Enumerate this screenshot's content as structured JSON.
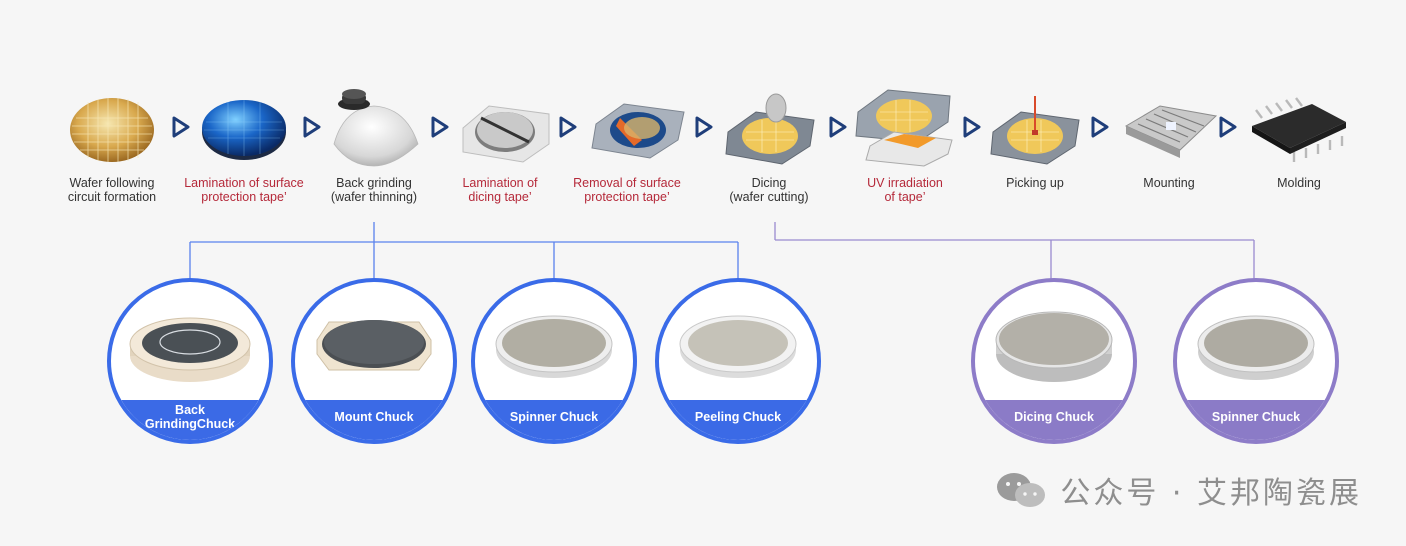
{
  "process_steps": [
    {
      "label": "Wafer following\ncircuit formation",
      "highlight": false,
      "icon": "patterned-wafer-icon"
    },
    {
      "label": "Lamination of surface\nprotection tape’",
      "highlight": true,
      "icon": "taped-wafer-icon"
    },
    {
      "label": "Back grinding\n(wafer thinning)",
      "highlight": false,
      "icon": "grinding-wheel-icon"
    },
    {
      "label": "Lamination of\ndicing tape’",
      "highlight": true,
      "icon": "dicing-tape-frame-icon"
    },
    {
      "label": "Removal of surface\nprotection tape’",
      "highlight": true,
      "icon": "tape-removal-icon"
    },
    {
      "label": "Dicing\n(wafer cutting)",
      "highlight": false,
      "icon": "dicing-blade-icon"
    },
    {
      "label": "UV irradiation\nof tape’",
      "highlight": true,
      "icon": "uv-irradiation-icon"
    },
    {
      "label": "Picking up",
      "highlight": false,
      "icon": "pick-up-icon"
    },
    {
      "label": "Mounting",
      "highlight": false,
      "icon": "lead-frame-icon"
    },
    {
      "label": "Molding",
      "highlight": false,
      "icon": "molded-chip-icon"
    }
  ],
  "chucks": [
    {
      "name": "Back GrindingChuck",
      "group": "back-grinding",
      "theme": "blue"
    },
    {
      "name": "Mount Chuck",
      "group": "back-grinding",
      "theme": "blue"
    },
    {
      "name": "Spinner Chuck",
      "group": "back-grinding",
      "theme": "blue"
    },
    {
      "name": "Peeling Chuck",
      "group": "back-grinding",
      "theme": "blue"
    },
    {
      "name": "Dicing Chuck",
      "group": "dicing",
      "theme": "purple"
    },
    {
      "name": "Spinner Chuck",
      "group": "dicing",
      "theme": "purple"
    }
  ],
  "colors": {
    "blue": "#3b6ae6",
    "purple": "#8b7bc7",
    "highlight_text": "#b5293a",
    "arrow": "#1f3e7a"
  },
  "watermark": {
    "text": "公众号 · 艾邦陶瓷展",
    "icon": "wechat-icon"
  }
}
